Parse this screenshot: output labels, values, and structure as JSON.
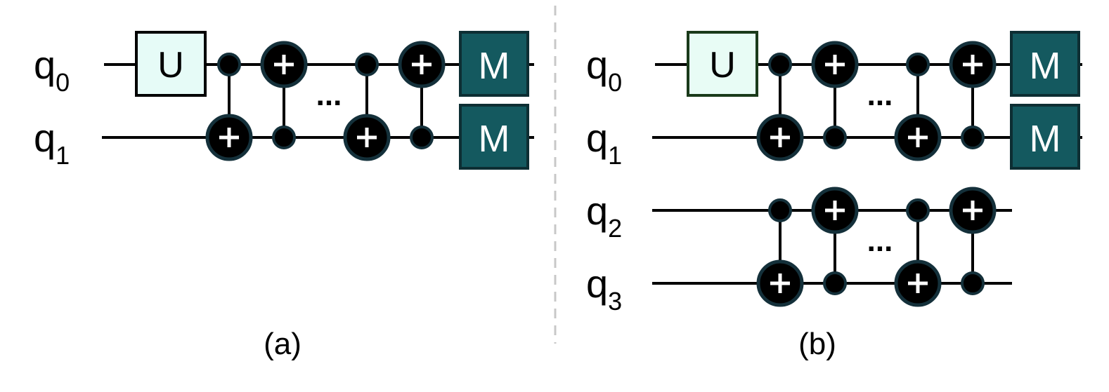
{
  "panels": [
    {
      "id": "a",
      "caption": "(a)",
      "qubits": [
        {
          "name": "q",
          "index": "0"
        },
        {
          "name": "q",
          "index": "1"
        }
      ],
      "gates": {
        "unitary": "U",
        "measure": "M",
        "ellipsis": "..."
      }
    },
    {
      "id": "b",
      "caption": "(b)",
      "qubits": [
        {
          "name": "q",
          "index": "0"
        },
        {
          "name": "q",
          "index": "1"
        },
        {
          "name": "q",
          "index": "2"
        },
        {
          "name": "q",
          "index": "3"
        }
      ],
      "gates": {
        "unitary": "U",
        "measure": "M",
        "ellipsis": "..."
      }
    }
  ],
  "colors": {
    "wire": "#000000",
    "cnot_fill": "#000000",
    "cnot_outline": "#14303a",
    "unitary_fill_a": "#e6fbf7",
    "unitary_fill_b": "#e8fcf5",
    "unitary_border_a": "#000000",
    "unitary_border_b": "#1a3a1a",
    "measure_fill": "#14595f",
    "measure_border": "#0d2e33",
    "separator": "#c8c8c8"
  }
}
